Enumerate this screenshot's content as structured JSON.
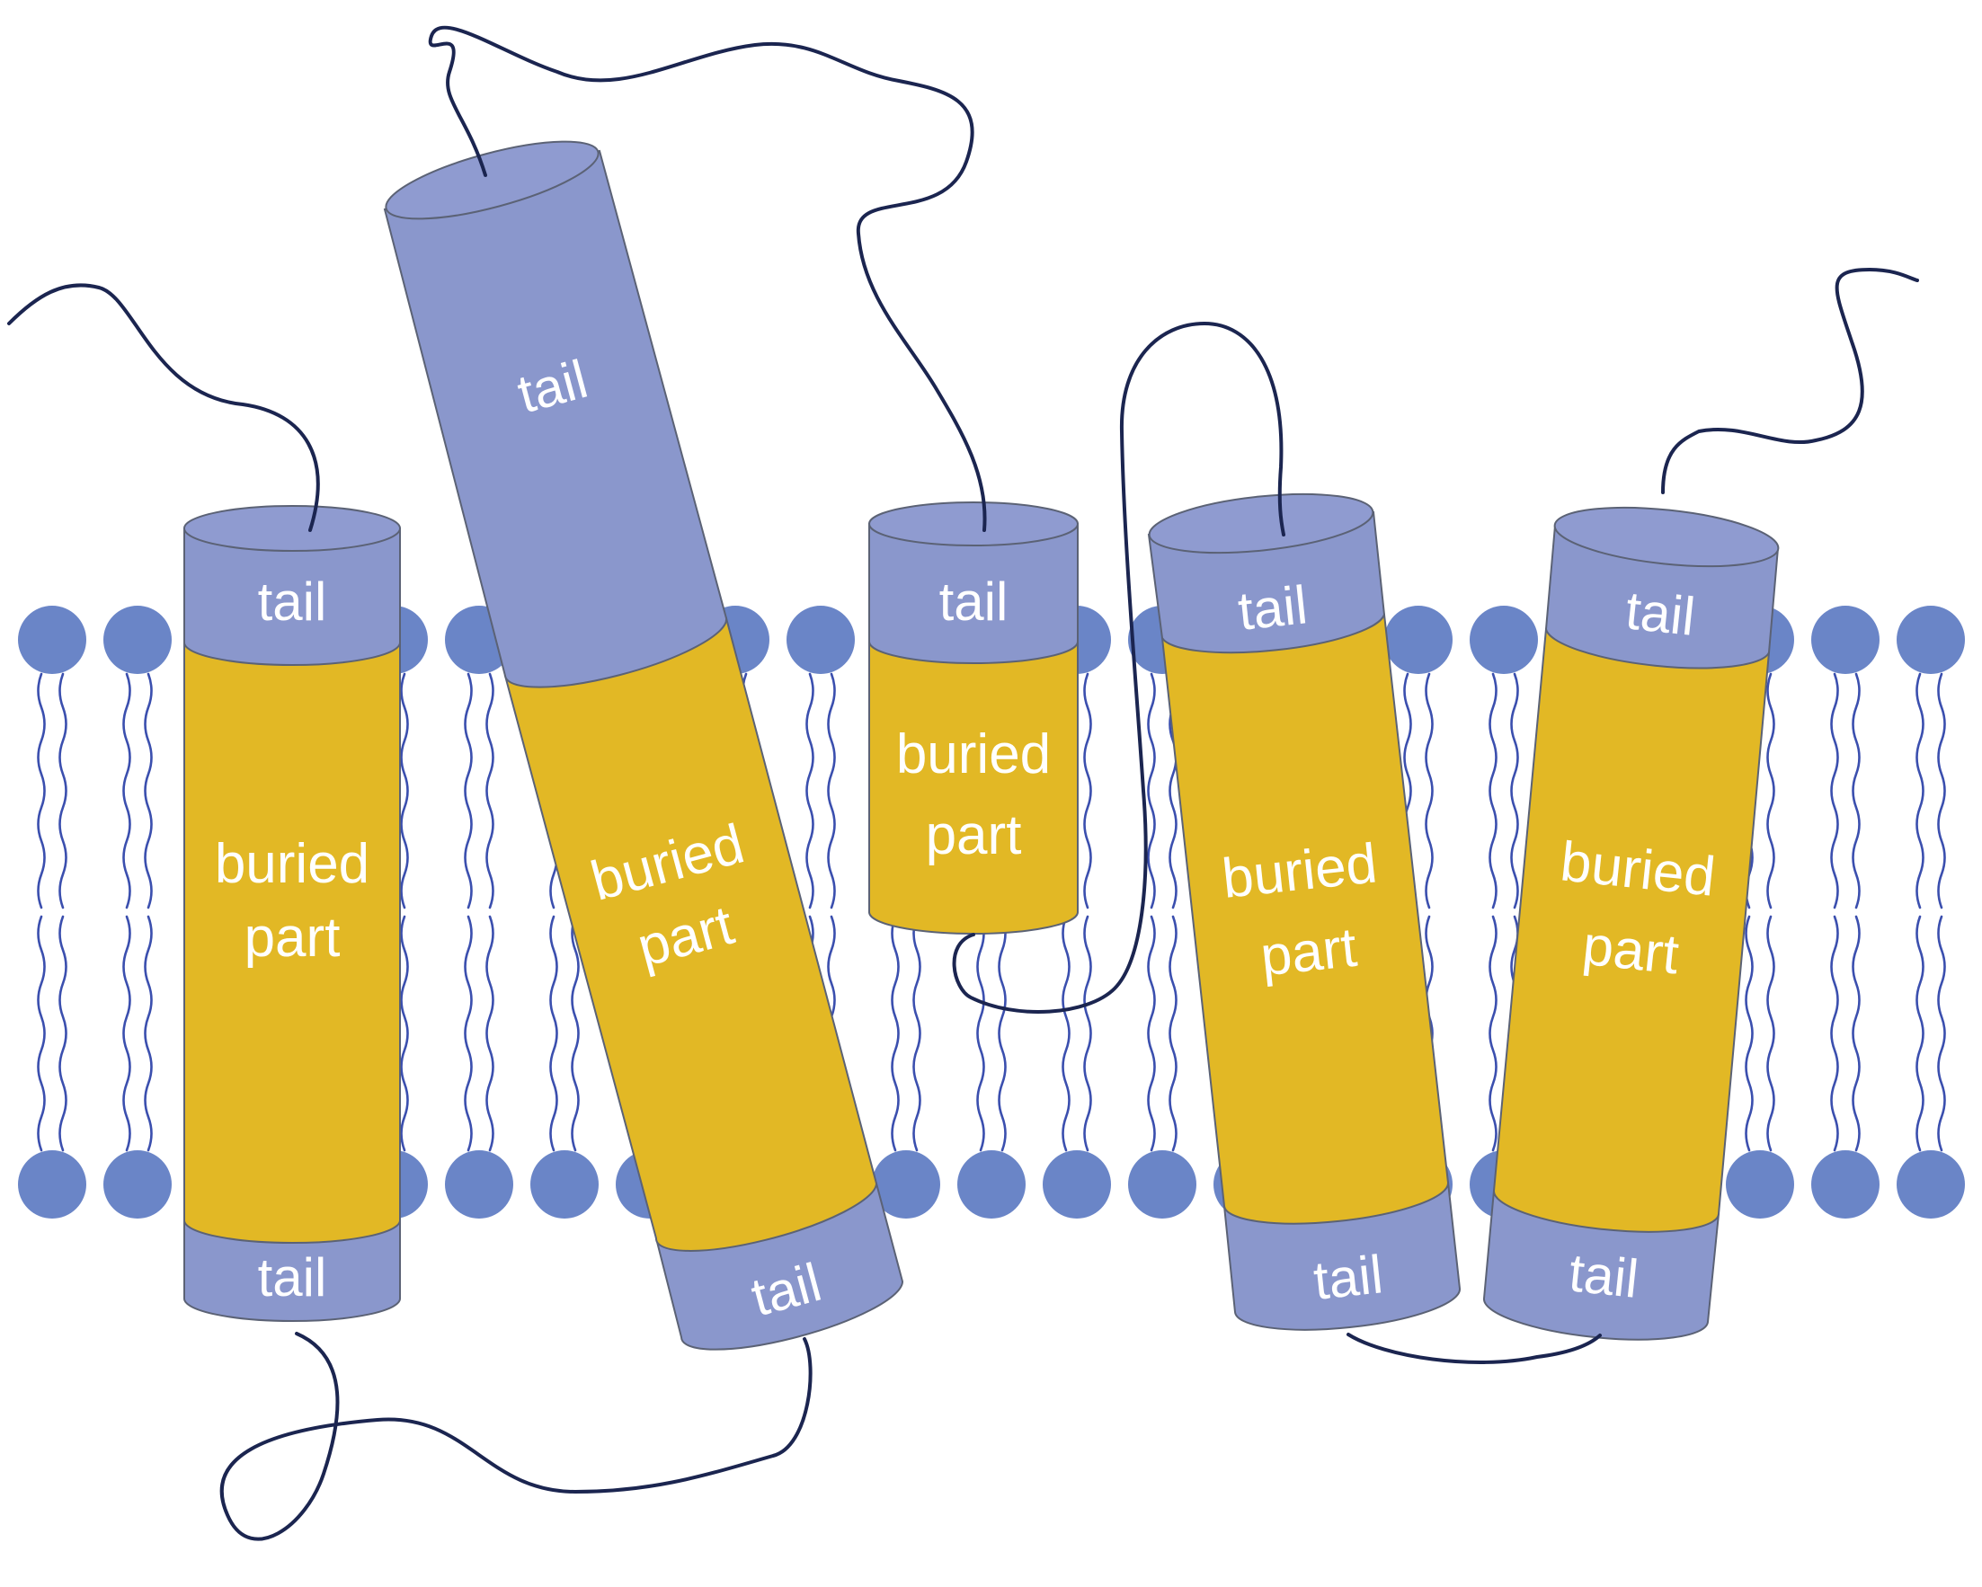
{
  "diagram": {
    "labels": {
      "tail": "tail",
      "buried_line1": "buried",
      "buried_line2": "part"
    },
    "helices": [
      {
        "id": "helix-1",
        "segments": [
          "tail",
          "buried part",
          "tail"
        ]
      },
      {
        "id": "helix-2",
        "segments": [
          "tail",
          "buried part",
          "tail"
        ]
      },
      {
        "id": "helix-3",
        "segments": [
          "tail",
          "buried part"
        ]
      },
      {
        "id": "helix-4",
        "segments": [
          "tail",
          "buried part",
          "tail"
        ]
      },
      {
        "id": "helix-5",
        "segments": [
          "tail",
          "buried part",
          "tail"
        ]
      }
    ],
    "colors": {
      "tail": "#8a97cc",
      "tail_top": "#8f9bd0",
      "buried": "#e2b825",
      "outline": "#5b6275",
      "lipid_head": "#6a85c7",
      "lipid_tail": "#3b4fae",
      "loop": "#1b2550",
      "label": "#ffffff"
    }
  }
}
